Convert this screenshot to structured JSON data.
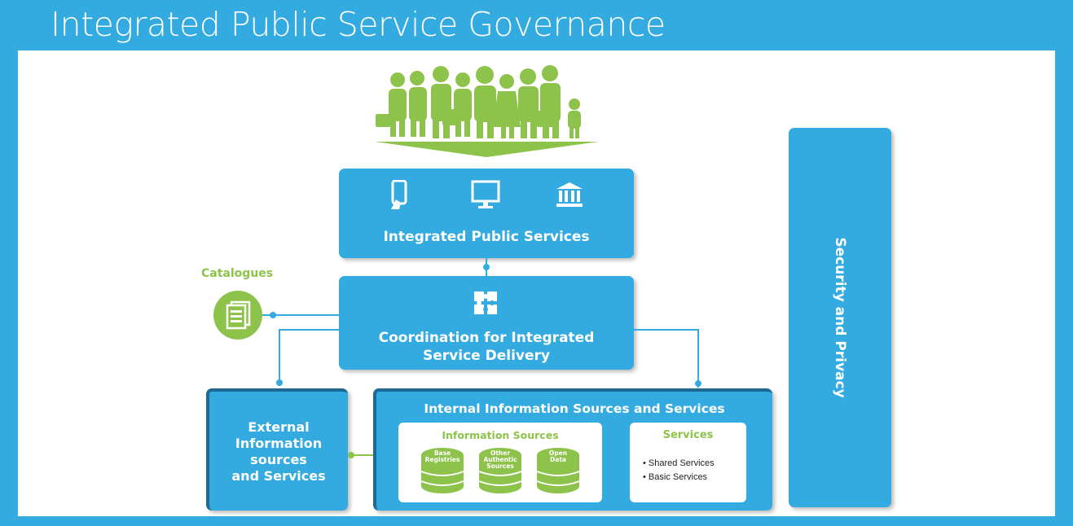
{
  "header": {
    "title": "Integrated Public Service Governance"
  },
  "integrated_services": {
    "label": "Integrated Public Services"
  },
  "coordination": {
    "line1": "Coordination for Integrated",
    "line2": "Service Delivery"
  },
  "catalogues": {
    "label": "Catalogues"
  },
  "external": {
    "line1": "External",
    "line2": "Information",
    "line3": "sources",
    "line4": "and Services"
  },
  "internal": {
    "title": "Internal Information Sources and Services",
    "info_sources": {
      "title": "Information Sources",
      "items": [
        {
          "l1": "Base",
          "l2": "Registries",
          "l3": ""
        },
        {
          "l1": "Other",
          "l2": "Authentic",
          "l3": "Sources"
        },
        {
          "l1": "Open",
          "l2": "Data",
          "l3": ""
        }
      ]
    },
    "services": {
      "title": "Services",
      "items": [
        "Shared Services",
        "Basic Services"
      ]
    }
  },
  "security": {
    "label": "Security and Privacy"
  },
  "colors": {
    "blue": "#33aae0",
    "dark_blue": "#1f6a93",
    "green": "#8dc34a"
  },
  "icons": [
    "people-group-icon",
    "mobile-phone-icon",
    "monitor-icon",
    "bank-building-icon",
    "puzzle-icon",
    "catalogue-icon",
    "database-icon"
  ]
}
